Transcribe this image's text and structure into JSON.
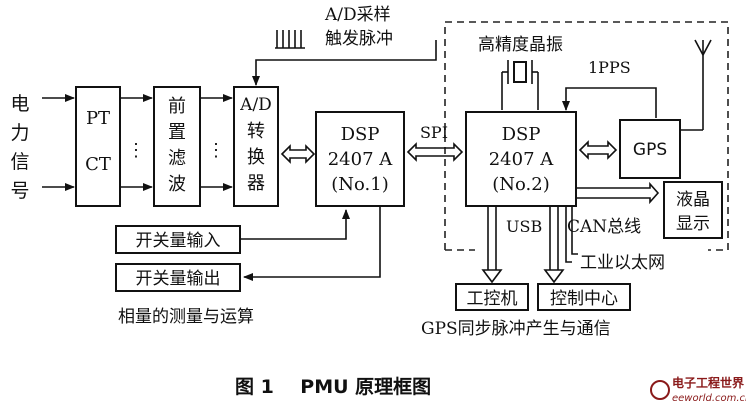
{
  "input_label": [
    "电",
    "力",
    "信",
    "号"
  ],
  "pt_ct": [
    "PT",
    "CT"
  ],
  "filter": [
    "前",
    "置",
    "滤",
    "波"
  ],
  "adc": [
    "A/D",
    "转",
    "换",
    "器"
  ],
  "dsp1": [
    "DSP",
    "2407 A",
    "(No.1)"
  ],
  "dsp2": [
    "DSP",
    "2407 A",
    "(No.2)"
  ],
  "gps": "GPS",
  "lcd": [
    "液晶",
    "显示"
  ],
  "sampling_pulse": [
    "A/D采样",
    "触发脉冲"
  ],
  "crystal": "高精度晶振",
  "pps": "1PPS",
  "spi": "SPI",
  "usb": "USB",
  "can": "CAN总线",
  "ethernet": "工业以太网",
  "switch_in": "开关量输入",
  "switch_out": "开关量输出",
  "ipc": "工控机",
  "control_center": "控制中心",
  "left_section": "相量的测量与运算",
  "right_section": "GPS同步脉冲产生与通信",
  "caption": "图 1    PMU 原理框图",
  "watermark": [
    "电子工程世界",
    "eeworld.com.cn"
  ],
  "colors": {
    "watermark": "#8a1a1a",
    "line": "#111111"
  }
}
